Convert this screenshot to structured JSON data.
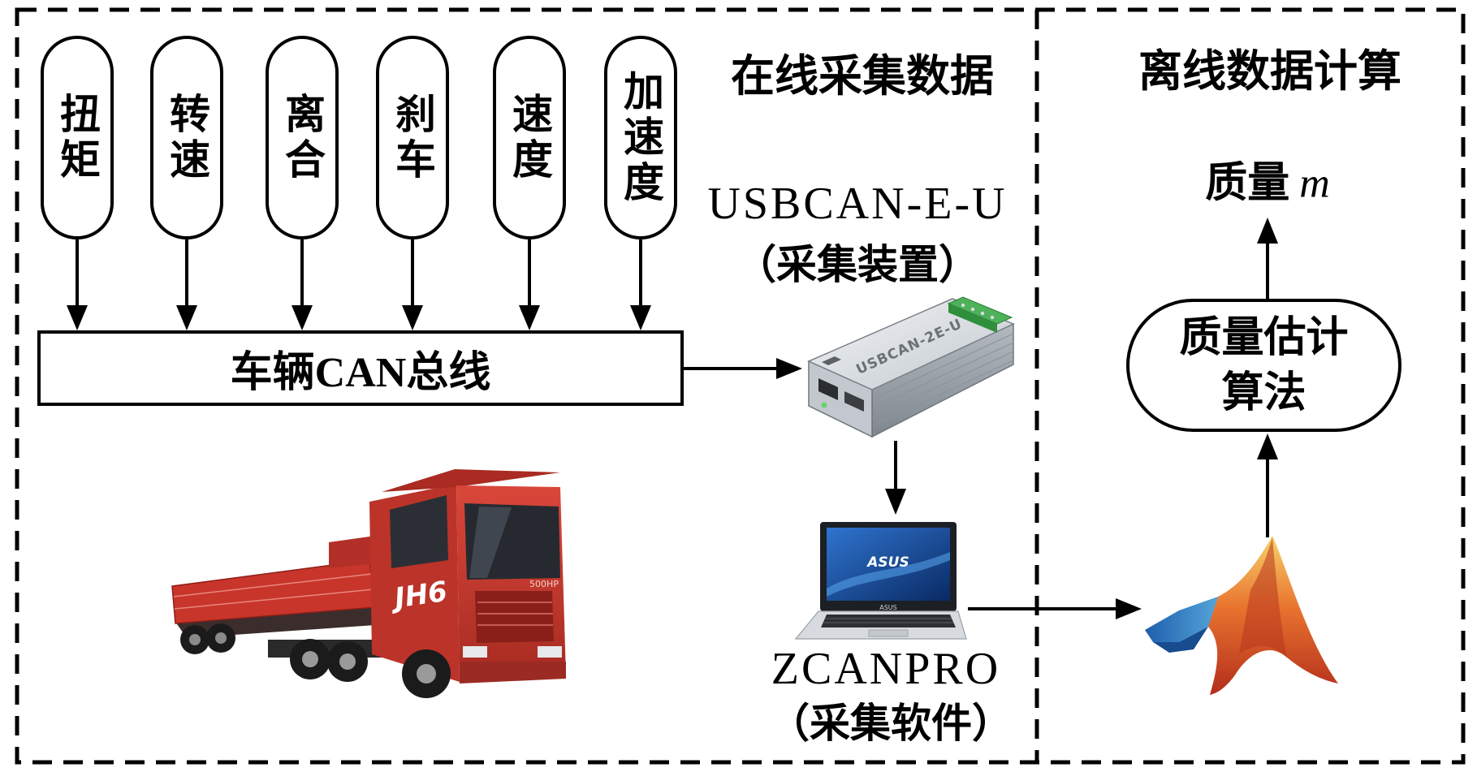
{
  "diagram": {
    "online_title": "在线采集数据",
    "offline_title": "离线数据计算",
    "signals": [
      "扭矩",
      "转速",
      "离合",
      "刹车",
      "速度",
      "加速度"
    ],
    "bus_label": "车辆CAN总线",
    "device": {
      "name": "USBCAN-E-U",
      "role": "（采集装置）",
      "product_label": "USBCAN-2E-U"
    },
    "software": {
      "name": "ZCANPRO",
      "role": "（采集软件）",
      "laptop_brand": "ASUS"
    },
    "algorithm": {
      "lines": [
        "质量估计",
        "算法"
      ]
    },
    "output": {
      "label": "质量",
      "symbol": "m"
    },
    "truck": {
      "badge": "JH6",
      "power": "500HP"
    }
  },
  "images": {
    "truck": "truck-photo",
    "device": "usbcan-device-photo",
    "laptop": "laptop-photo",
    "matlab": "matlab-logo"
  },
  "colors": {
    "line": "#000000",
    "background": "#ffffff",
    "truck_red": "#c8352b",
    "matlab_orange": "#e0632b",
    "matlab_blue": "#2a77c9"
  }
}
